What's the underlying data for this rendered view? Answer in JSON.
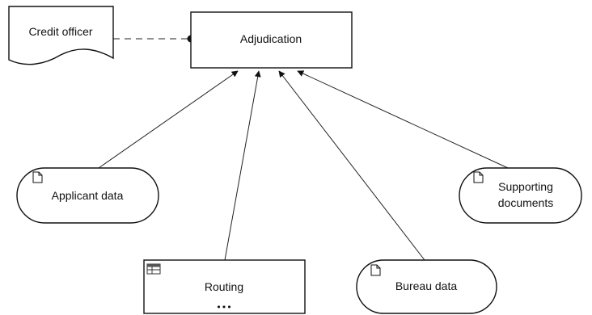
{
  "diagram": {
    "nodes": {
      "adjudication": {
        "label": "Adjudication",
        "kind": "process"
      },
      "credit_officer": {
        "label": "Credit officer",
        "kind": "role"
      },
      "applicant_data": {
        "label": "Applicant data",
        "kind": "document-data"
      },
      "supporting_documents": {
        "label_lines": [
          "Supporting",
          "documents"
        ],
        "kind": "document-data"
      },
      "routing": {
        "label": "Routing",
        "kind": "table-object",
        "more": "•••"
      },
      "bureau_data": {
        "label": "Bureau data",
        "kind": "document-data"
      }
    },
    "edges": [
      {
        "from": "credit_officer",
        "to": "adjudication",
        "style": "dashed-association"
      },
      {
        "from": "applicant_data",
        "to": "adjudication",
        "style": "arrow"
      },
      {
        "from": "routing",
        "to": "adjudication",
        "style": "arrow"
      },
      {
        "from": "bureau_data",
        "to": "adjudication",
        "style": "arrow"
      },
      {
        "from": "supporting_documents",
        "to": "adjudication",
        "style": "arrow"
      }
    ],
    "icons": {
      "document": "document-icon",
      "table": "table-icon"
    }
  }
}
